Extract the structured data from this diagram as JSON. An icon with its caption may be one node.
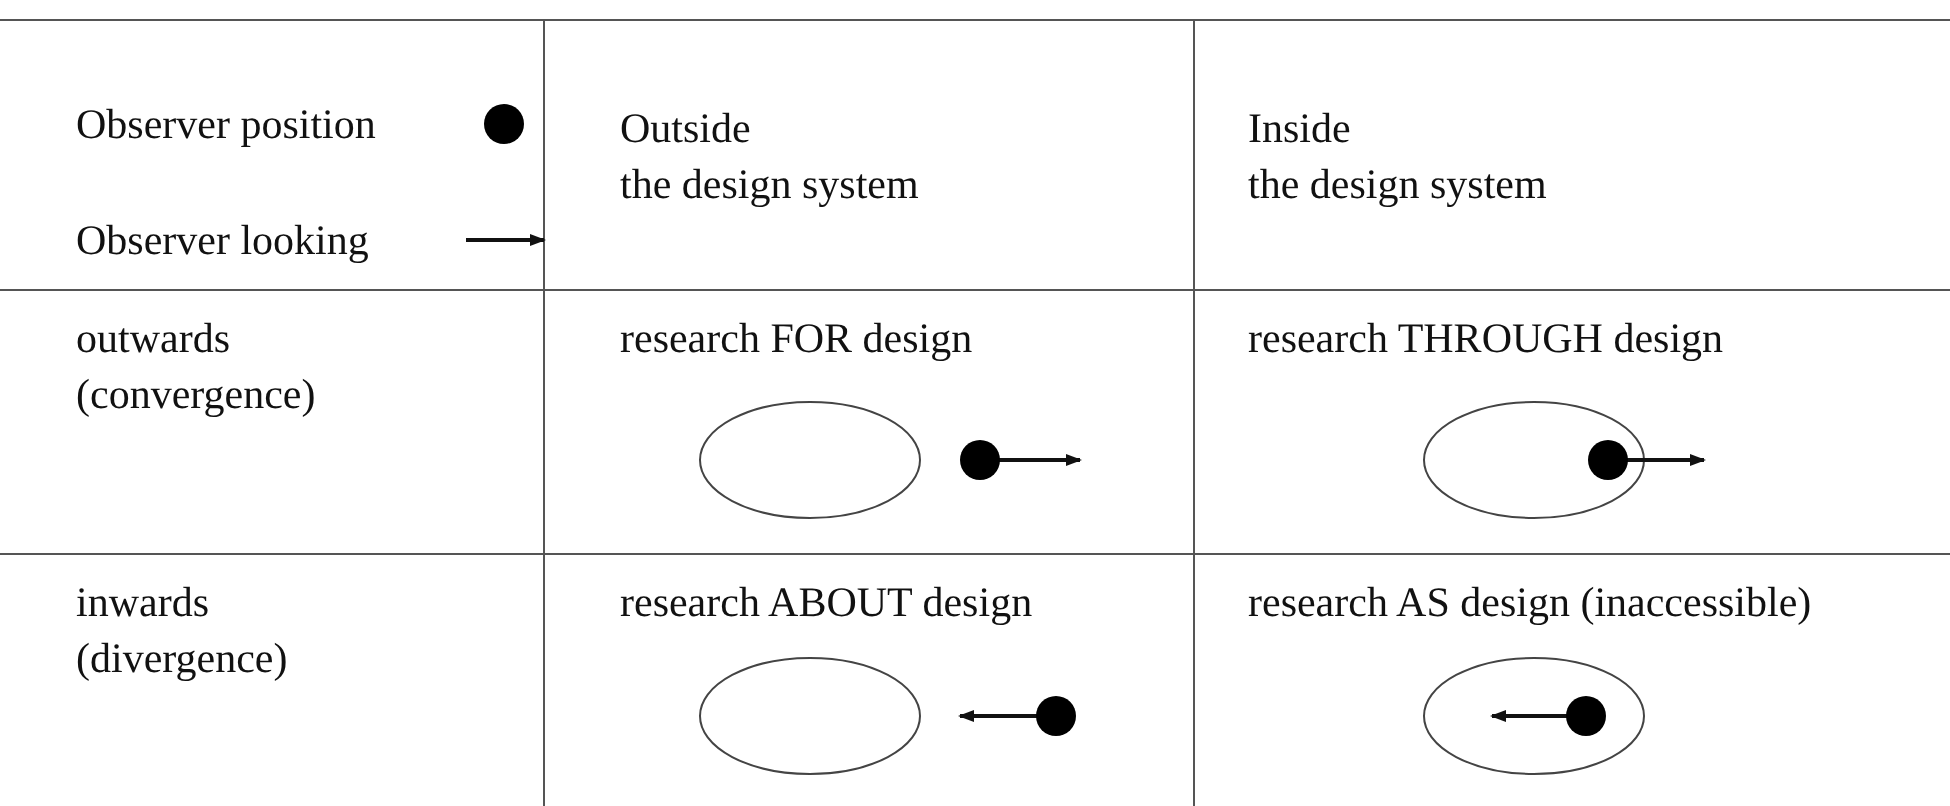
{
  "diagram": {
    "labels": [
      "Outside the design system",
      "Inside the design system",
      "outwards (convergence)",
      "research FOR design",
      "research THROUGH design",
      "inwards (divergence)",
      "research ABOUT design",
      "research AS design (inaccessible)"
    ],
    "legend": [
      {
        "text": "Observer position"
      },
      {
        "text": "Observer looking"
      }
    ]
  }
}
